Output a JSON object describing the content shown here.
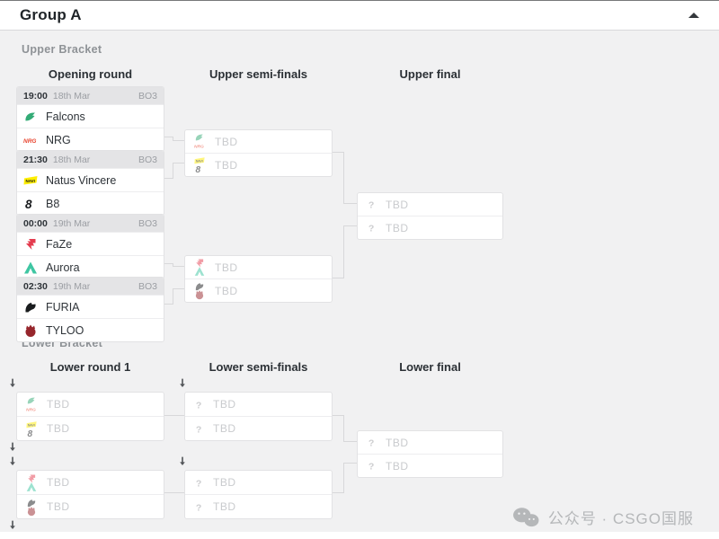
{
  "header": {
    "title": "Group A"
  },
  "sections": {
    "upper": {
      "label": "Upper Bracket",
      "columns": [
        "Opening round",
        "Upper semi-finals",
        "Upper final"
      ]
    },
    "lower": {
      "label": "Lower Bracket",
      "columns": [
        "Lower round 1",
        "Lower semi-finals",
        "Lower final"
      ]
    }
  },
  "matches": {
    "u1": {
      "time": "19:00",
      "date": "18th Mar",
      "format": "BO3",
      "team1": "Falcons",
      "team2": "NRG"
    },
    "u2": {
      "time": "21:30",
      "date": "18th Mar",
      "format": "BO3",
      "team1": "Natus Vincere",
      "team2": "B8"
    },
    "u3": {
      "time": "00:00",
      "date": "19th Mar",
      "format": "BO3",
      "team1": "FaZe",
      "team2": "Aurora"
    },
    "u4": {
      "time": "02:30",
      "date": "19th Mar",
      "format": "BO3",
      "team1": "FURIA",
      "team2": "TYLOO"
    }
  },
  "tbd": {
    "label": "TBD"
  },
  "icons": {
    "collapse": "caret-up-icon",
    "drop": "down-arrow-icon",
    "placeholder": "question-icon",
    "watermark": "wechat-icon"
  },
  "watermark": {
    "text": "公众号 · CSGO国服"
  },
  "colors": {
    "falcons": "#33ab76",
    "nrg": "#e8442e",
    "navi_bg": "#ffee00",
    "navi_text": "#15171a",
    "b8": "#15171a",
    "faze": "#e43b4e",
    "aurora": "#3ec6a2",
    "furia": "#1a1c1e",
    "tyloo": "#96262c",
    "question": "#cdced0",
    "arrow": "#53565a",
    "connector": "#d8d8da",
    "wechat": "#b5b7b9"
  }
}
